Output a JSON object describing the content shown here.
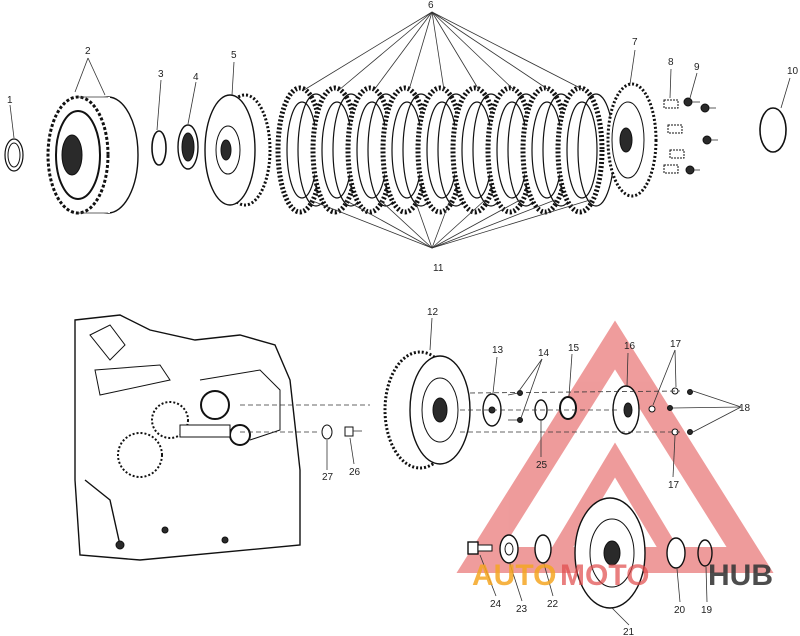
{
  "callouts": {
    "c1": "1",
    "c2": "2",
    "c3": "3",
    "c4": "4",
    "c5": "5",
    "c6": "6",
    "c7": "7",
    "c8": "8",
    "c9": "9",
    "c10": "10",
    "c11": "11",
    "c12": "12",
    "c13": "13",
    "c14": "14",
    "c15": "15",
    "c16": "16",
    "c17a": "17",
    "c17b": "17",
    "c18": "18",
    "c19": "19",
    "c20": "20",
    "c21": "21",
    "c22": "22",
    "c23": "23",
    "c24": "24",
    "c25": "25",
    "c26": "26",
    "c27": "27"
  },
  "watermark": {
    "part1": "AUTO",
    "part2": "MOTO",
    "part3": "HUB",
    "color_red": "#e14a4a",
    "color_orange": "#f5a623",
    "color_dark": "#3a3a3a"
  }
}
